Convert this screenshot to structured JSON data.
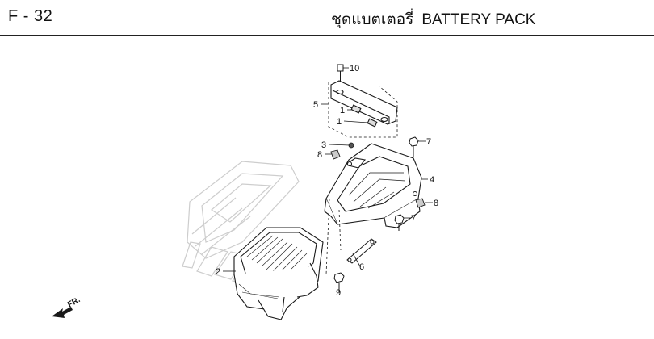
{
  "header": {
    "page_code": "F - 32",
    "title_thai": "ชุดแบตเตอรี่",
    "title_en": "BATTERY PACK"
  },
  "callouts": [
    {
      "id": "10",
      "label": "10"
    },
    {
      "id": "5",
      "label": "5"
    },
    {
      "id": "1a",
      "label": "1"
    },
    {
      "id": "1b",
      "label": "1"
    },
    {
      "id": "3",
      "label": "3"
    },
    {
      "id": "8a",
      "label": "8"
    },
    {
      "id": "7a",
      "label": "7"
    },
    {
      "id": "4",
      "label": "4"
    },
    {
      "id": "8b",
      "label": "8"
    },
    {
      "id": "7b",
      "label": "7"
    },
    {
      "id": "2",
      "label": "2"
    },
    {
      "id": "6",
      "label": "6"
    },
    {
      "id": "9",
      "label": "9"
    }
  ],
  "direction_marker": {
    "label": "FR."
  },
  "colors": {
    "line": "#1a1a1a",
    "watermark": "#c8c8c8",
    "background": "#ffffff"
  }
}
